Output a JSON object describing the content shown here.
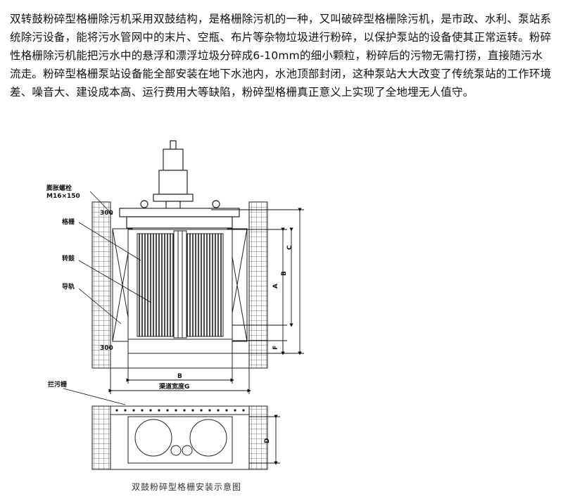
{
  "intro_text": "双转鼓粉碎型格栅除污机采用双鼓结构，是格栅除污机的一种，又叫破碎型格栅除污机，是市政、水利、泵站系统除污设备，能将污水管网中的末片、空瓶、布片等杂物垃圾进行粉碎，以保护泵站的设备使其正常运转。粉碎性格栅除污机能把污水中的悬浮和漂浮垃圾分碎成6-10mm的细小颗粒，粉碎后的污物无需打捞，直接随污水流走。粉碎型格栅泵站设备能全部安装在地下水池内，水池顶部封闭，这种泵站大大改变了传统泵站的工作环境差、噪音大、建设成本高、运行费用大等缺陷，粉碎型格栅真正意义上实现了全地埋无人值守。",
  "diagram": {
    "labels": {
      "anchor_bolt": "膨胀螺栓",
      "anchor_bolt_spec": "M16×150",
      "grate": "格栅",
      "drum": "转鼓",
      "guide_rail": "导轨",
      "trash_rack": "拦污栅"
    },
    "dimensions": {
      "top_elev": "300",
      "bottom_elev": "300",
      "C": "C",
      "A": "A",
      "B_right": "B",
      "F": "F",
      "B_bottom": "B",
      "channel_width": "渠道宽度G",
      "D": "D"
    },
    "caption": "双鼓粉碎型格栅安装示意图"
  }
}
